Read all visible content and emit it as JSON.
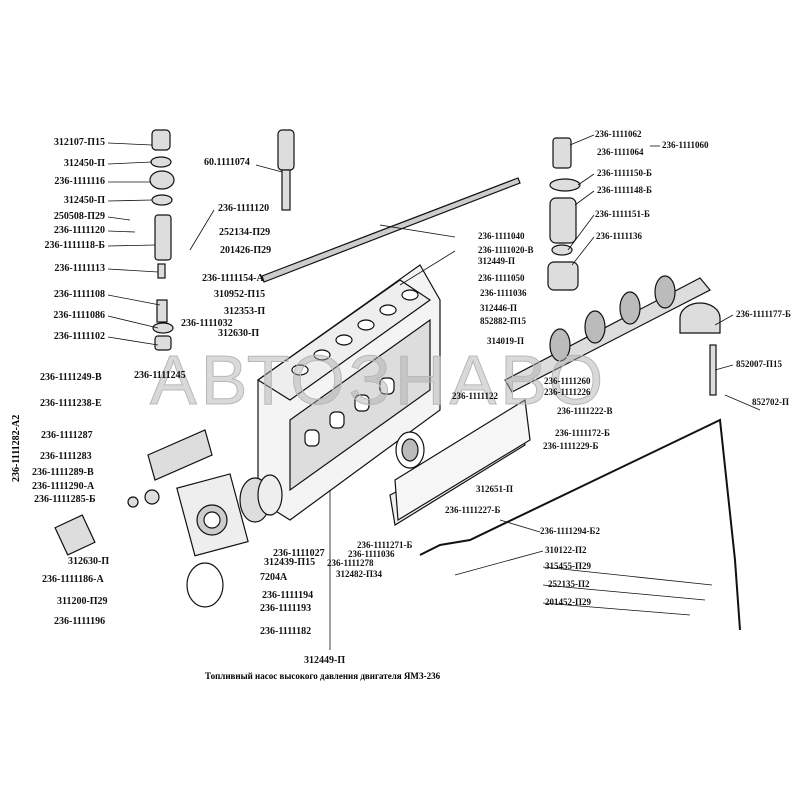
{
  "caption": "Топливный насос высокого давления  двигателя ЯМЗ-236",
  "watermark": "АВТОЗНАВО",
  "labels": {
    "l1": "312107-П15",
    "l2": "312450-П",
    "l3": "236-1111116",
    "l4": "312450-П",
    "l5": "250508-П29",
    "l6": "236-1111120",
    "l7": "236-1111118-Б",
    "l8": "236-1111113",
    "l9": "236-1111108",
    "l10": "236-1111086",
    "l11": "236-1111102",
    "m1": "60.1111074",
    "m2": "236-1111120",
    "m3": "252134-П29",
    "m4": "201426-П29",
    "m5": "236-1111154-А",
    "m6": "310952-П15",
    "m7": "312353-П",
    "m8": "236-1111032",
    "m9": "312630-П",
    "a1": "236-1111245",
    "a2": "236-1111249-В",
    "a3": "236-1111238-Е",
    "a4": "236-1111282-А2",
    "a5": "236-1111287",
    "a6": "236-1111283",
    "a7": "236-1111289-В",
    "a8": "236-1111290-А",
    "a9": "236-1111285-Б",
    "a10": "312630-П",
    "a11": "236-1111186-А",
    "a12": "311200-П29",
    "a13": "236-1111196",
    "b1": "236-1111027",
    "b2": "312439-П15",
    "b3": "7204А",
    "b4": "236-1111194",
    "b5": "236-1111193",
    "b6": "236-1111182",
    "b7": "312449-П",
    "b8": "236-1111271-Б",
    "b9": "236-1111036",
    "b10": "236-1111278",
    "b11": "312482-П34",
    "c1": "236-1111040",
    "c2": "236-1111020-В",
    "c3": "312449-П",
    "c4": "236-1111050",
    "c5": "236-1111036",
    "c6": "312446-П",
    "c7": "852882-П15",
    "c8": "314019-П",
    "c9": "236-1111122",
    "d1": "236-1111260",
    "d2": "236-1111226",
    "d3": "236-1111222-В",
    "d4": "236-1111172-Б",
    "d5": "236-1111229-Б",
    "d6": "312651-П",
    "d7": "236-1111227-Б",
    "d8": "236-1111294-Б2",
    "d9": "310122-П2",
    "d10": "315455-П29",
    "d11": "252135-П2",
    "d12": "201452-П29",
    "e1": "236-1111062",
    "e2": "236-1111064",
    "e3": "236-1111060",
    "e4": "236-1111150-Б",
    "e5": "236-1111148-Б",
    "e6": "236-1111151-Б",
    "e7": "236-1111136",
    "e8": "236-1111177-Б",
    "e9": "852007-П15",
    "e10": "852702-П"
  }
}
